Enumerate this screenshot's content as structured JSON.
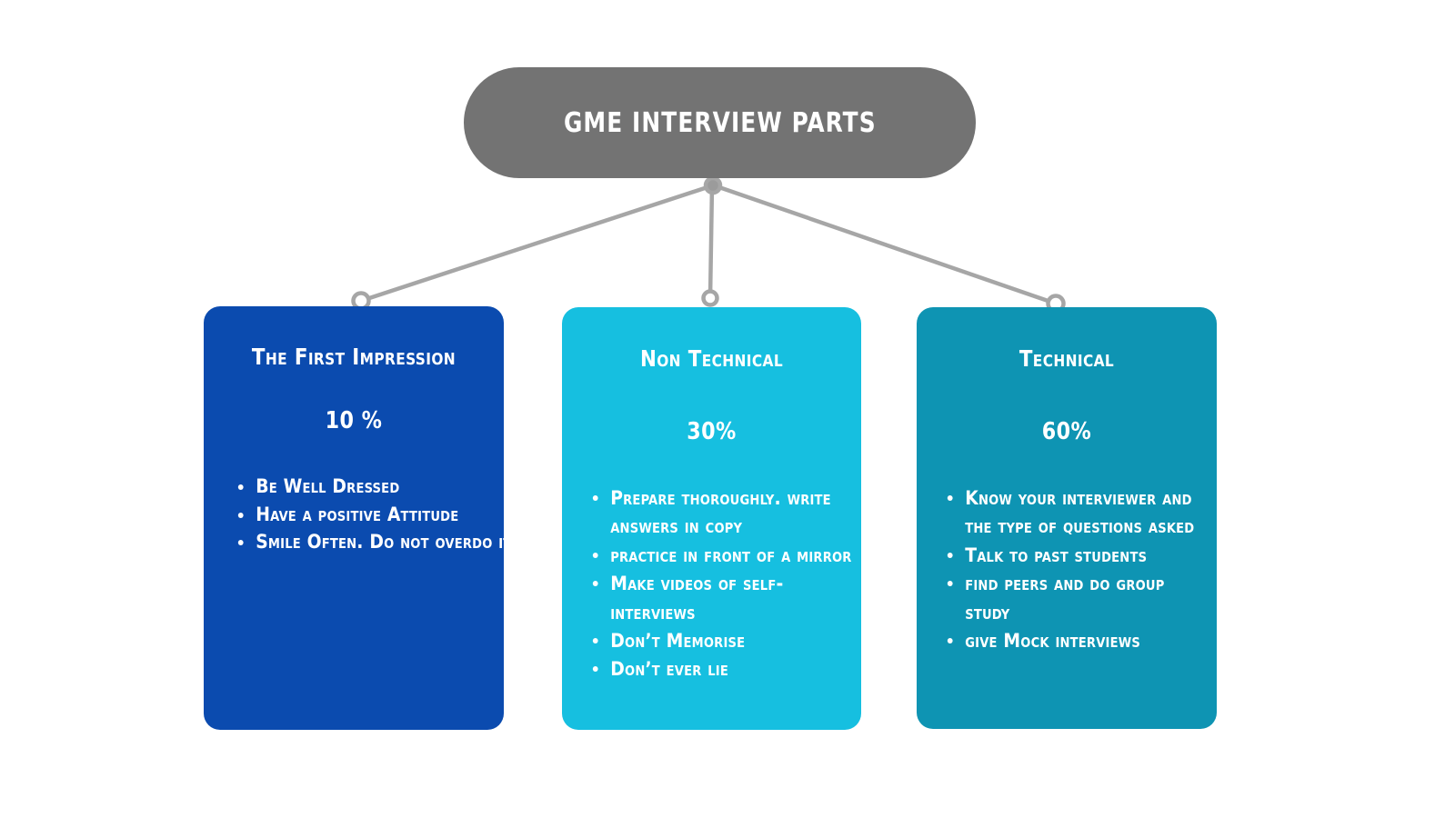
{
  "diagram": {
    "type": "hierarchy-tree",
    "root": {
      "title": "GME INTERVIEW PARTS",
      "color": "#737373"
    },
    "connector": {
      "color": "#A6A6A6",
      "endpoint_fill": "#FFFFFF"
    },
    "branches": [
      {
        "id": "first-impression",
        "title": "The First Impression",
        "percent": "10 %",
        "color": "#0B4BAF",
        "bullets": [
          "Be Well Dressed",
          "Have a positive Attitude",
          "Smile Often. Do not overdo it"
        ]
      },
      {
        "id": "non-technical",
        "title": "Non Technical",
        "percent": "30%",
        "color": "#16BFE0",
        "bullets": [
          "Prepare thoroughly. write answers in copy",
          "practice in front of a mirror",
          "Make videos of self-interviews",
          " Don’t Memorise",
          " Don’t ever lie"
        ]
      },
      {
        "id": "technical",
        "title": "Technical",
        "percent": "60%",
        "color": "#0E94B3",
        "bullets": [
          "Know your interviewer and the type of questions asked",
          "Talk to past students",
          "find peers and do group study",
          "give Mock interviews"
        ]
      }
    ]
  }
}
